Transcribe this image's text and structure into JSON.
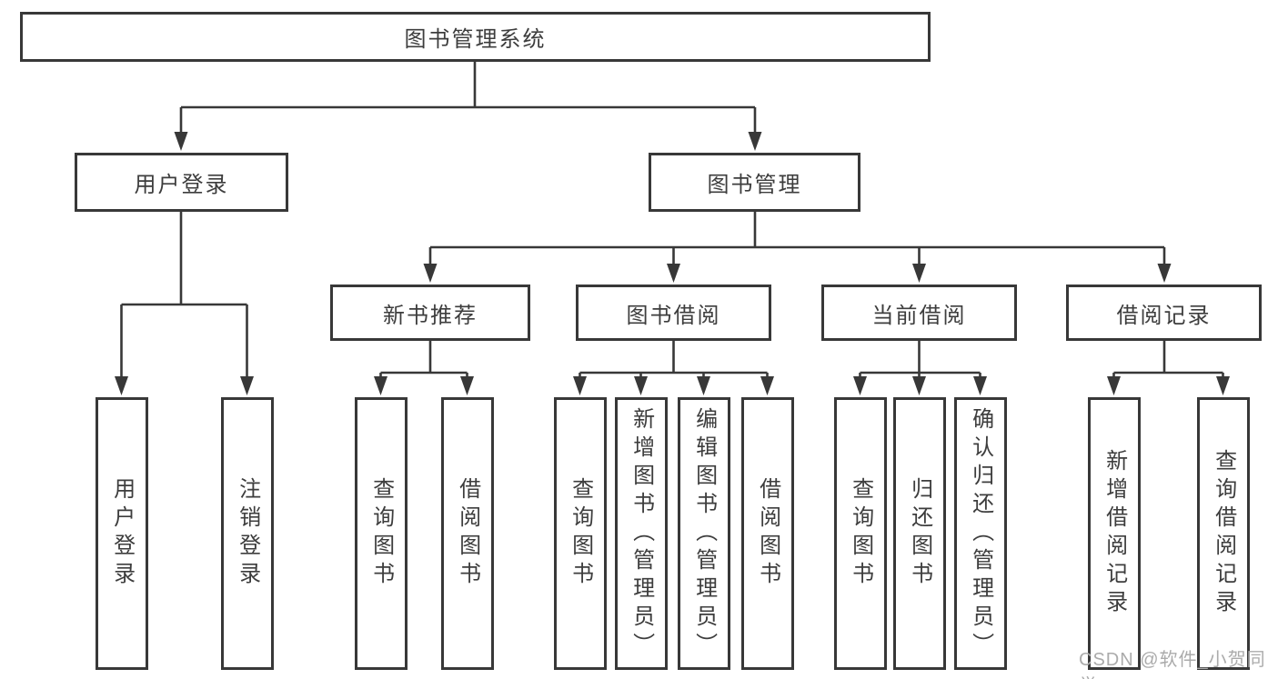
{
  "diagram": {
    "root": {
      "label": "图书管理系统"
    },
    "level1": [
      {
        "label": "用户登录"
      },
      {
        "label": "图书管理"
      }
    ],
    "level2": [
      {
        "label": "新书推荐"
      },
      {
        "label": "图书借阅"
      },
      {
        "label": "当前借阅"
      },
      {
        "label": "借阅记录"
      }
    ],
    "leaves": {
      "user_login": [
        "用户登录",
        "注销登录"
      ],
      "new_book_rec": [
        "查询图书",
        "借阅图书"
      ],
      "book_borrow": [
        "查询图书",
        "新增图书（管理员）",
        "编辑图书（管理员）",
        "借阅图书"
      ],
      "current_borrow": [
        "查询图书",
        "归还图书",
        "确认归还（管理员）"
      ],
      "borrow_records": [
        "新增借阅记录",
        "查询借阅记录"
      ]
    }
  },
  "watermark": {
    "text": "CSDN @软件_小贺同学"
  },
  "colors": {
    "line": "#383838",
    "text": "#3d3d3d",
    "background": "#ffffff",
    "watermark": "#ababab"
  }
}
